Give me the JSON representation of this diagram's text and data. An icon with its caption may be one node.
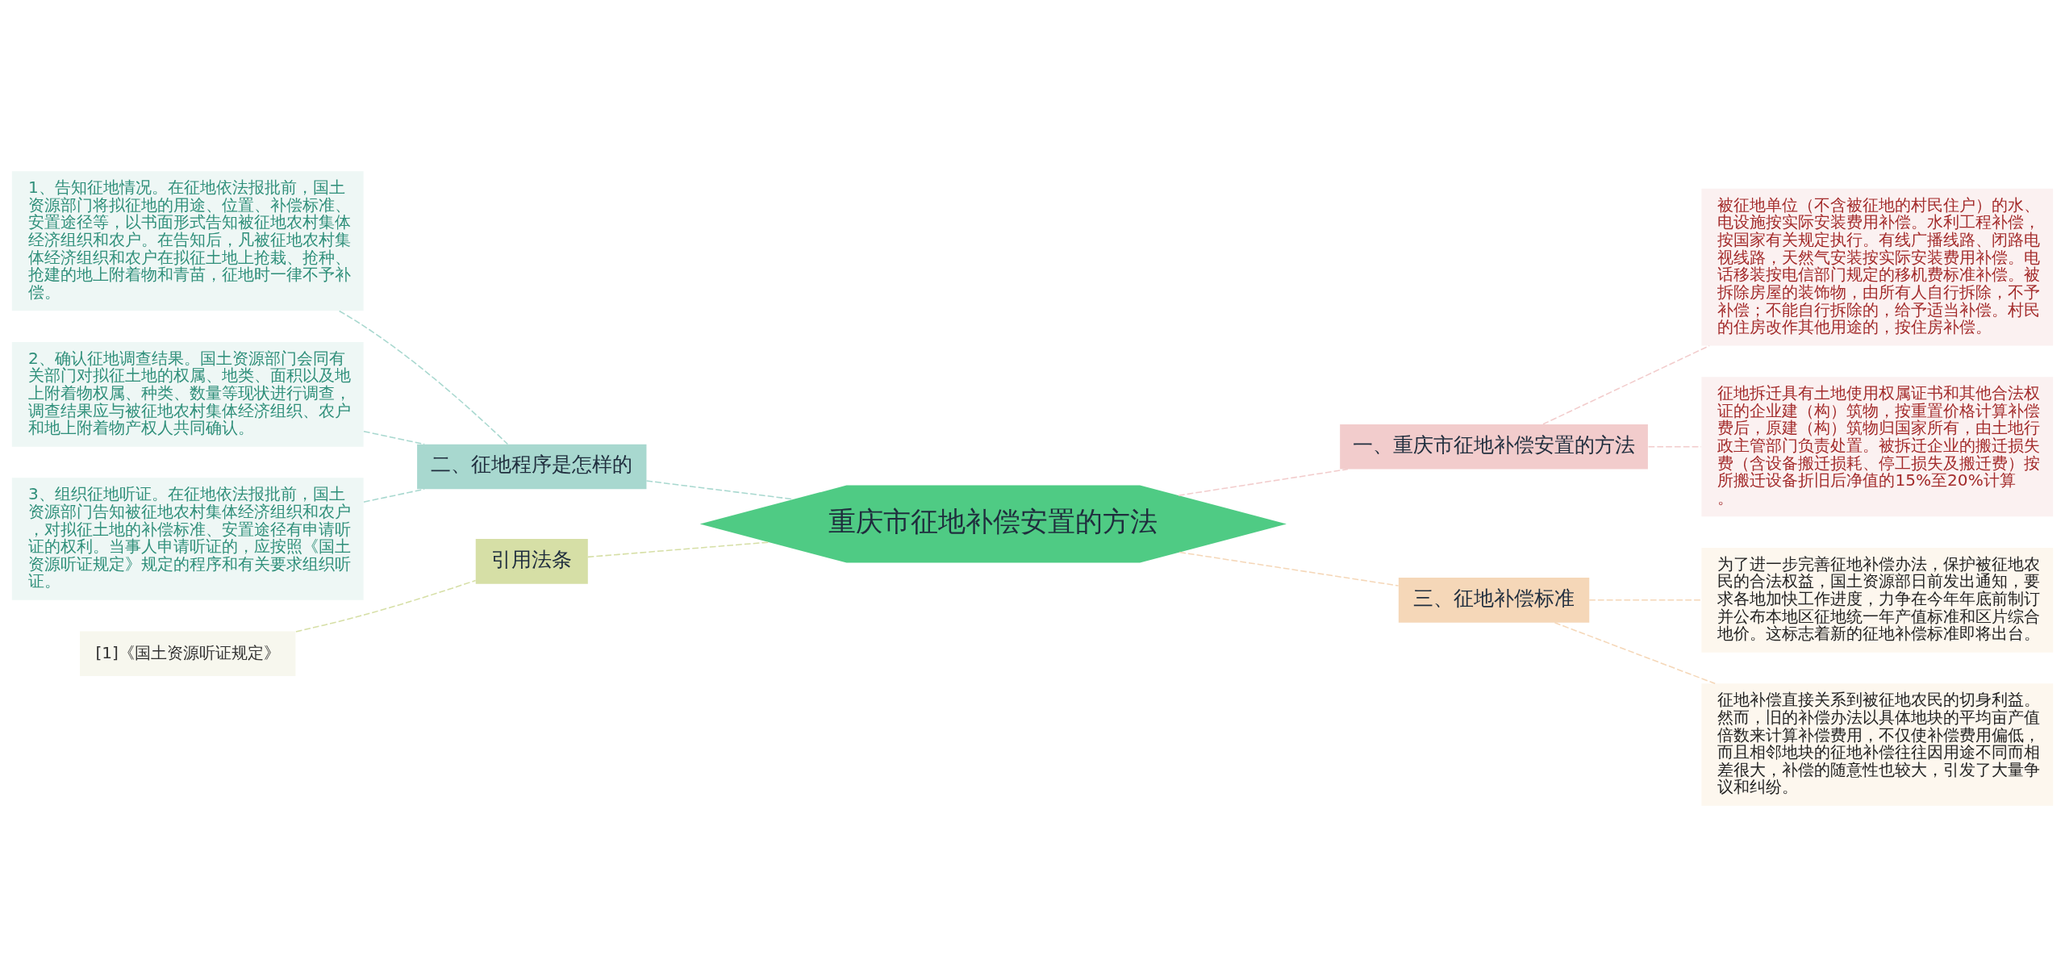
{
  "diagram": {
    "nodes": [
      {
        "text": [
          "重庆市征地补偿安置的方法"
        ]
      },
      {
        "text": [
          "二、征地程序是怎样的"
        ]
      },
      {
        "text": [
          "1、告知征地情况。在征地依法报批前，国土资源部门将拟征地的用途、位置、补偿标准、安置途径等，以书面形式告知被征地农村集体经济组织和农户。在告知后，凡被征地农村集体经济组织和农户在拟征土地上抢栽、抢种、抢建的地上附着物和青苗，征地时一律不予补偿。"
        ]
      },
      {
        "text": [
          "2、确认征地调查结果。国土资源部门会同有关部门对拟征土地的权属、地类、面积以及地上附着物权属、种类、数量等现状进行调查，调查结果应与被征地农村集体经济组织、农户和地上附着物产权人共同确认。"
        ]
      },
      {
        "text": [
          "3、组织征地听证。在征地依法报批前，国土资源部门告知被征地农村集体经济组织和农户，对拟征土地的补偿标准、安置途径有申请听证的权利。当事人申请听证的，应按照《国土资源听证规定》规定的程序和有关要求组织听证。"
        ]
      },
      {
        "text": [
          "引用法条"
        ]
      },
      {
        "text": [
          "[1]《国土资源听证规定》"
        ]
      },
      {
        "text": [
          "一、重庆市征地补偿安置的方法"
        ]
      },
      {
        "text": [
          "被征地单位（不含被征地的村民住户）的水、电设施按实际安装费用补偿。水利工程补偿，按国家有关规定执行。有线广播线路、闭路电视线路，天然气安装按实际安装费用补偿。电话移装按电信部门规定的移机费标准补偿。被拆除房屋的装饰物，由所有人自行拆除，不予补偿；不能自行拆除的，给予适当补偿。村民的住房改作其他用途的，按住房补偿。"
        ]
      },
      {
        "text": [
          "征地拆迁具有土地使用权属证书和其他合法权证的企业建（构）筑物，按重置价格计算补偿费后，原建（构）筑物归国家所有，由土地行政主管部门负责处置。被拆迁企业的搬迁损失费（含设备搬迁损耗、停工损失及搬迁费）按所搬迁设备折旧后净值的15%至20%计算。"
        ]
      },
      {
        "text": [
          "三、征地补偿标准"
        ]
      },
      {
        "text": [
          "为了进一步完善征地补偿办法，保护被征地农民的合法权益，国土资源部日前发出通知，要求各地加快工作进度，力争在今年年底前制订并公布本地区征地统一年产值标准和区片综合地价。这标志着新的征地补偿标准即将出台。"
        ]
      },
      {
        "text": [
          "征地补偿直接关系到被征地农民的切身利益。然而，旧的补偿办法以具体地块的平均亩产值倍数来计算补偿费用，不仅使补偿费用偏低，而且相邻地块的征地补偿往往因用途不同而相差很大，补偿的随意性也较大，引发了大量争议和纠纷。"
        ]
      }
    ],
    "edges": [
      {
        "from": 0,
        "to": 1,
        "arrow": "none",
        "style": "dashed",
        "color": "#a8d8cf"
      },
      {
        "from": 1,
        "to": 2,
        "arrow": "none",
        "style": "dashed",
        "color": "#a8d8cf"
      },
      {
        "from": 1,
        "to": 3,
        "arrow": "none",
        "style": "dashed",
        "color": "#a8d8cf"
      },
      {
        "from": 1,
        "to": 4,
        "arrow": "none",
        "style": "dashed",
        "color": "#a8d8cf"
      },
      {
        "from": 0,
        "to": 5,
        "arrow": "none",
        "style": "dashed",
        "color": "#d6dfa6"
      },
      {
        "from": 5,
        "to": 6,
        "arrow": "none",
        "style": "dashed",
        "color": "#d6dfa6"
      },
      {
        "from": 0,
        "to": 7,
        "arrow": "none",
        "style": "dashed",
        "color": "#f2cccc"
      },
      {
        "from": 7,
        "to": 8,
        "arrow": "none",
        "style": "dashed",
        "color": "#f2cccc"
      },
      {
        "from": 7,
        "to": 9,
        "arrow": "none",
        "style": "dashed",
        "color": "#f2cccc"
      },
      {
        "from": 0,
        "to": 10,
        "arrow": "none",
        "style": "dashed",
        "color": "#f5d7b8"
      },
      {
        "from": 10,
        "to": 11,
        "arrow": "none",
        "style": "dashed",
        "color": "#f5d7b8"
      },
      {
        "from": 10,
        "to": 12,
        "arrow": "none",
        "style": "dashed",
        "color": "#f5d7b8"
      }
    ]
  }
}
